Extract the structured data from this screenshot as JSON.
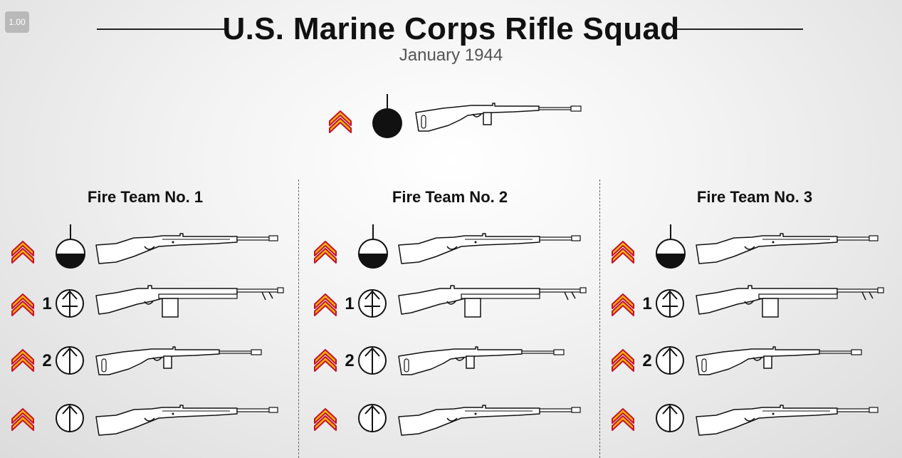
{
  "badge": "1.00",
  "title": "U.S. Marine Corps Rifle Squad",
  "subtitle": "January 1944",
  "colors": {
    "chevron_red": "#c8102e",
    "chevron_gold": "#f2b800",
    "ink": "#111111"
  },
  "squad_leader": {
    "rank_icon": "sergeant-chevron-icon",
    "symbol": "squad-leader-icon",
    "weapon": "m1-carbine-icon"
  },
  "fire_teams": [
    {
      "title": "Fire Team No. 1",
      "members": [
        {
          "number": "",
          "symbol": "team-leader-icon",
          "weapon": "m1-garand-icon"
        },
        {
          "number": "1",
          "symbol": "automatic-rifleman-icon",
          "weapon": "bar-icon"
        },
        {
          "number": "2",
          "symbol": "rifleman-icon",
          "weapon": "m1-carbine-icon"
        },
        {
          "number": "",
          "symbol": "rifleman-icon",
          "weapon": "m1-garand-icon"
        }
      ]
    },
    {
      "title": "Fire Team No. 2",
      "members": [
        {
          "number": "",
          "symbol": "team-leader-icon",
          "weapon": "m1-garand-icon"
        },
        {
          "number": "1",
          "symbol": "automatic-rifleman-icon",
          "weapon": "bar-icon"
        },
        {
          "number": "2",
          "symbol": "rifleman-icon",
          "weapon": "m1-carbine-icon"
        },
        {
          "number": "",
          "symbol": "rifleman-icon",
          "weapon": "m1-garand-icon"
        }
      ]
    },
    {
      "title": "Fire Team No. 3",
      "members": [
        {
          "number": "",
          "symbol": "team-leader-icon",
          "weapon": "m1-garand-icon"
        },
        {
          "number": "1",
          "symbol": "automatic-rifleman-icon",
          "weapon": "bar-icon"
        },
        {
          "number": "2",
          "symbol": "rifleman-icon",
          "weapon": "m1-carbine-icon"
        },
        {
          "number": "",
          "symbol": "rifleman-icon",
          "weapon": "m1-garand-icon"
        }
      ]
    }
  ]
}
